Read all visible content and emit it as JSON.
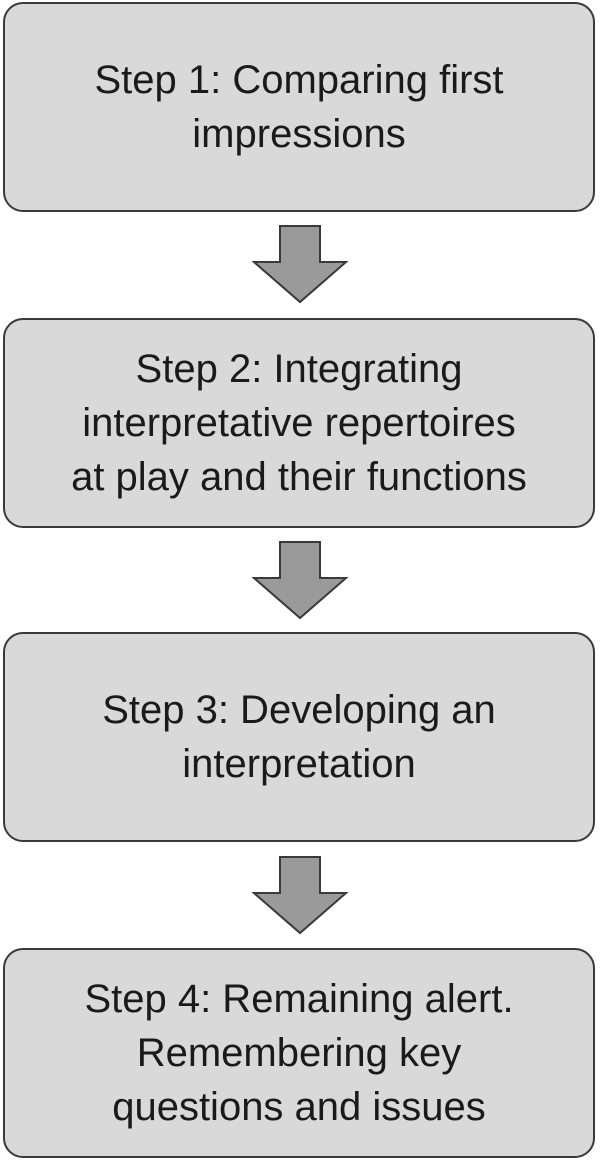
{
  "steps": [
    {
      "lines": [
        "Step 1: Comparing first",
        "impressions"
      ]
    },
    {
      "lines": [
        "Step 2: Integrating",
        "interpretative repertoires",
        "at play and their functions"
      ]
    },
    {
      "lines": [
        "Step 3: Developing an",
        "interpretation"
      ]
    },
    {
      "lines": [
        "Step 4: Remaining alert.",
        "Remembering key",
        "questions and issues"
      ]
    }
  ],
  "colors": {
    "box_fill": "#d9d9d9",
    "box_border": "#3a3a3a",
    "arrow_fill": "#9a9a9a",
    "arrow_stroke": "#3a3a3a",
    "text": "#1a1a1a"
  },
  "icons": {
    "connector": "down-arrow-icon"
  }
}
